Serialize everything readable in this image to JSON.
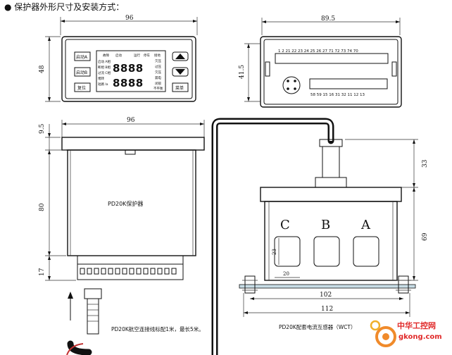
{
  "heading": "● 保护器外形尺寸及安装方式：",
  "front_view": {
    "width_dim": "96",
    "height_dim": "48",
    "buttons_left": [
      "启动A",
      "启动B",
      "复位"
    ],
    "buttons_right_arrows": [
      "up-arrow",
      "down-arrow"
    ],
    "menu_button": "菜单",
    "display_top_labels": [
      "故障",
      "启动",
      "运行",
      "停车"
    ],
    "display_row_labels": [
      "启动 A相",
      "断相 B相",
      "过流 C相",
      "堵转",
      "短路 Ia"
    ],
    "digits": "8888",
    "status_labels": [
      "接地",
      "欠压",
      "过压",
      "欠压",
      "漏电",
      "闭锁",
      "不平衡"
    ]
  },
  "rear_view": {
    "width_dim": "89.5",
    "height_dim": "41.5",
    "top_terminals": "1  2  21 22 23 24 25 26 27 71 72 73 74 70",
    "bottom_terminals": "58 59 15 16 31 32        11 12 13"
  },
  "side_view": {
    "width_dim": "96",
    "top_dim": "9.5",
    "body_dim": "80",
    "terminal_dim": "17",
    "label": "PD20K保护器",
    "cable_note": "PD20K航空连接线标配1米，最长5米。"
  },
  "ct_view": {
    "phases": [
      "C",
      "B",
      "A"
    ],
    "dim_top": "33",
    "dim_right": "69",
    "dim_hole_h": "23",
    "dim_hole_w": "20",
    "dim_rail": "102",
    "dim_total": "112",
    "label": "PD20K配套电流互感器（WCT）"
  },
  "watermark": {
    "site_cn": "中华工控网",
    "site_url": "gkong.com",
    "colors": {
      "primary": "#e02828",
      "secondary": "#f08a2a"
    }
  }
}
